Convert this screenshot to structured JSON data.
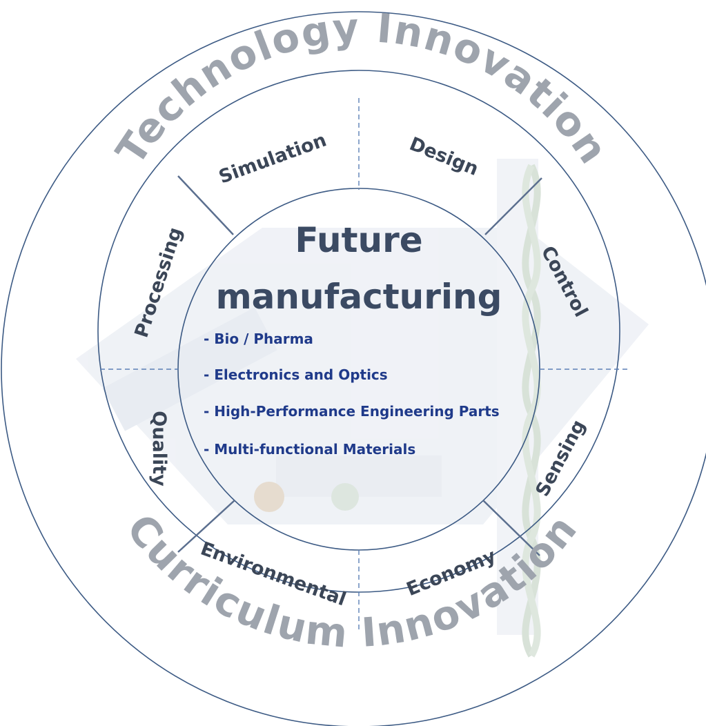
{
  "outer_ring": {
    "top_text": "Technology Innovation",
    "bottom_text": "Curriculum Innovation"
  },
  "middle_ring": {
    "segments": [
      "Simulation",
      "Design",
      "Control",
      "Sensing",
      "Economy",
      "Environmental",
      "Quality",
      "Processing"
    ]
  },
  "center": {
    "title_line1": "Future",
    "title_line2": "manufacturing",
    "items": [
      "- Bio / Pharma",
      "- Electronics and Optics",
      "- High-Performance Engineering Parts",
      "- Multi-functional Materials"
    ]
  },
  "colors": {
    "outer_fill": "#e9eef6",
    "middle_fill": "#f0f3f8",
    "inner_fill": "#f7f8fb",
    "ring_stroke": "#3c5a84",
    "title": "#3b4a63",
    "list": "#1f3a8a",
    "outer_text": "#9ea4ad"
  }
}
